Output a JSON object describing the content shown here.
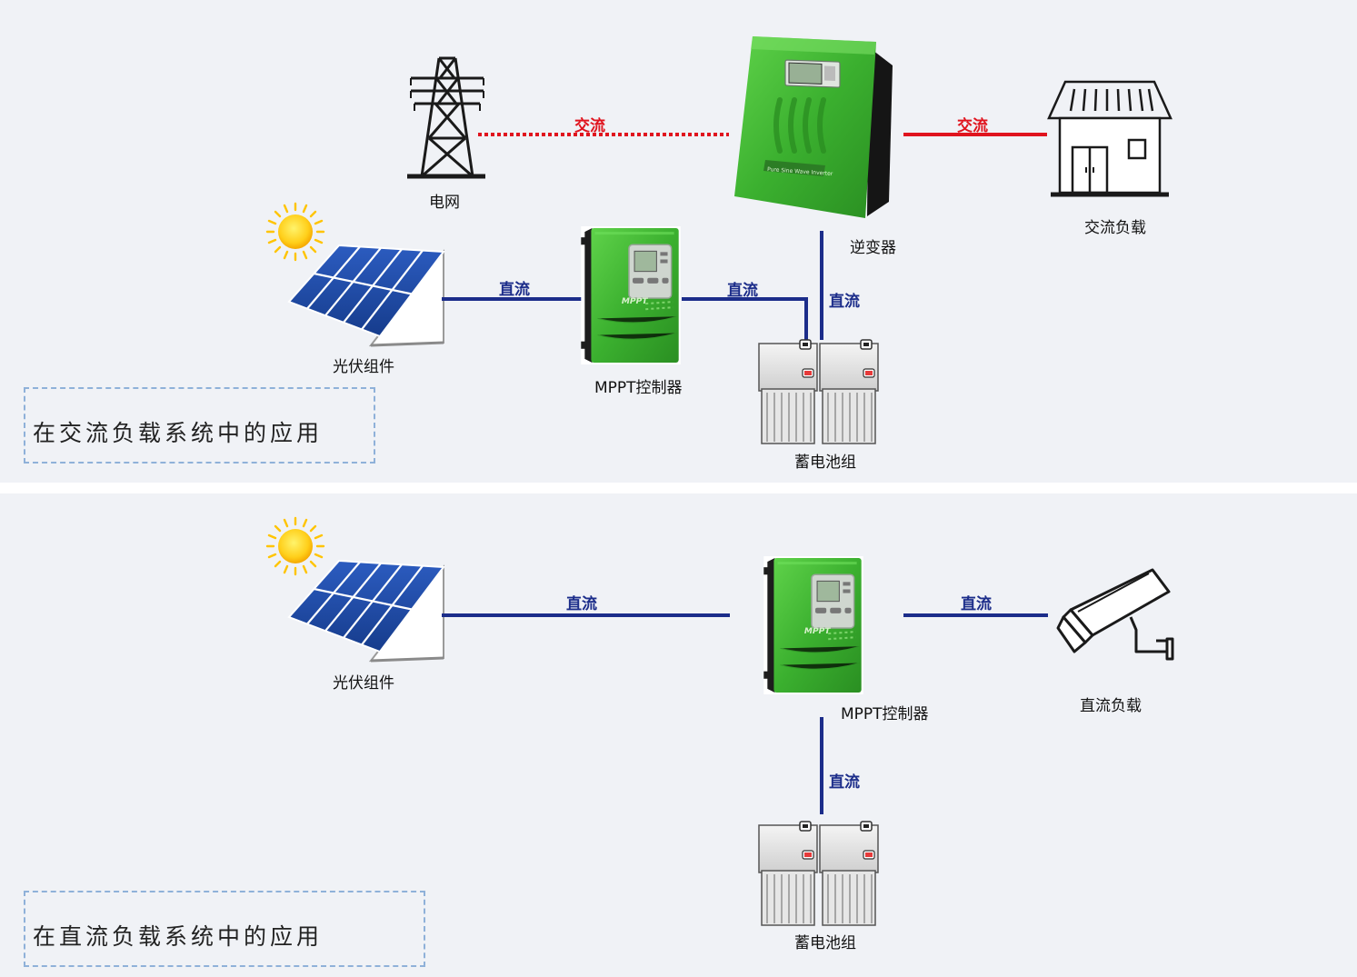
{
  "ac_system": {
    "caption": "在交流负载系统中的应用",
    "grid_label": "电网",
    "inverter_label": "逆变器",
    "ac_load_label": "交流负载",
    "pv_label": "光伏组件",
    "controller_label": "MPPT控制器",
    "battery_label": "蓄电池组",
    "link_grid_inverter": "交流",
    "link_inverter_load": "交流",
    "link_pv_controller": "直流",
    "link_controller_battery": "直流",
    "link_inverter_battery": "直流",
    "controller_brand": "MPPT",
    "inverter_plate": "Pure Sine Wave Inverter"
  },
  "dc_system": {
    "caption": "在直流负载系统中的应用",
    "pv_label": "光伏组件",
    "controller_label": "MPPT控制器",
    "dc_load_label": "直流负载",
    "battery_label": "蓄电池组",
    "link_pv_controller": "直流",
    "link_controller_load": "直流",
    "link_controller_battery": "直流",
    "controller_brand": "MPPT"
  },
  "colors": {
    "background": "#f0f2f6",
    "dc_line": "#1c2d8a",
    "ac_line": "#e0141e",
    "device_green": "#3eb535",
    "panel_blue": "#1e4aa6",
    "sun": "#ffc400",
    "caption_border": "#8fb1d9"
  },
  "icons": [
    "transmission-tower-icon",
    "house-icon",
    "sun-icon",
    "solar-panel-icon",
    "mppt-controller-icon",
    "inverter-icon",
    "battery-icon",
    "security-camera-icon"
  ]
}
